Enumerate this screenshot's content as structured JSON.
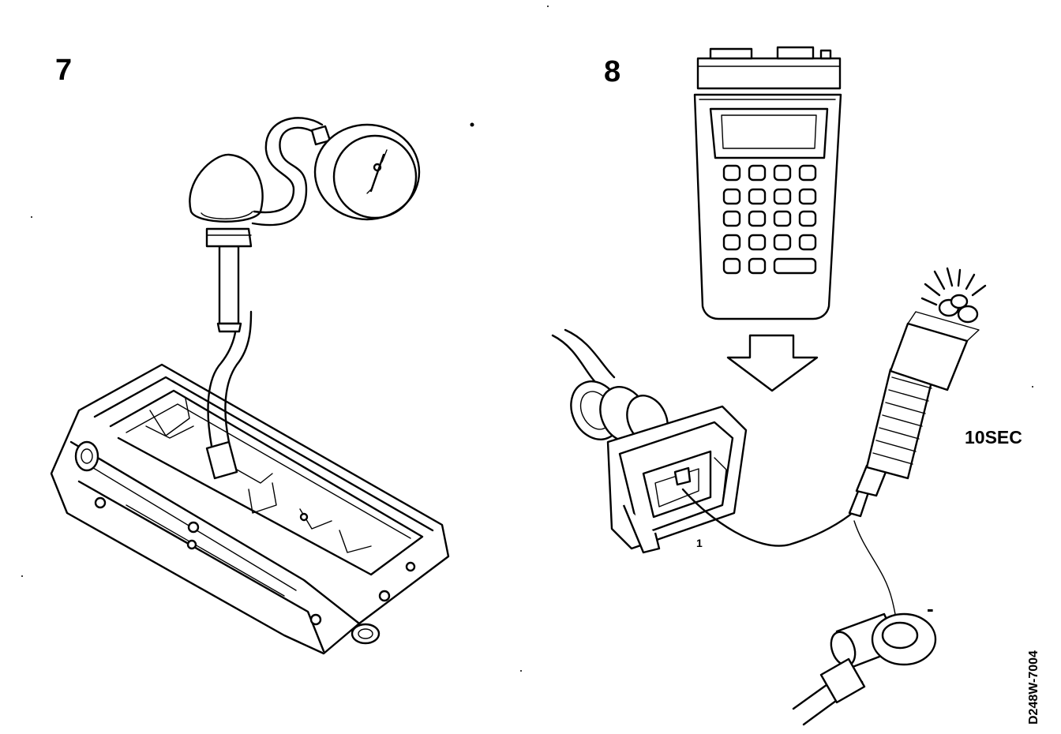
{
  "step_numbers": {
    "left": "7",
    "right": "8"
  },
  "labels": {
    "duration": "10SEC",
    "connector_pin": "1",
    "ground_symbol": "-",
    "figure_code": "D248W-7004"
  },
  "illustrations": {
    "left": [
      "valve-cover",
      "hose",
      "suction-bulb",
      "vacuum-gauge"
    ],
    "right": [
      "diagnostic-tester",
      "down-arrow",
      "harness-connector",
      "test-lamp",
      "ring-terminal"
    ]
  },
  "colors": {
    "ink": "#000000",
    "paper": "#ffffff"
  }
}
